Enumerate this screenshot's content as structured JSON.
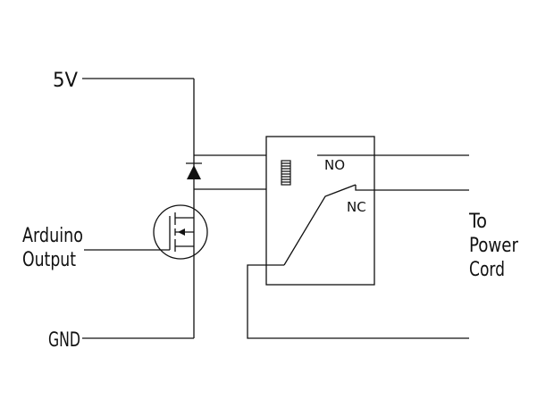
{
  "labels": {
    "vcc": "5V",
    "arduino_line1": "Arduino",
    "arduino_line2": "Output",
    "gnd": "GND",
    "no": "NO",
    "nc": "NC",
    "power_line1": "To",
    "power_line2": "Power",
    "power_line3": "Cord"
  },
  "colors": {
    "ink": "#111111",
    "background": "#ffffff"
  }
}
